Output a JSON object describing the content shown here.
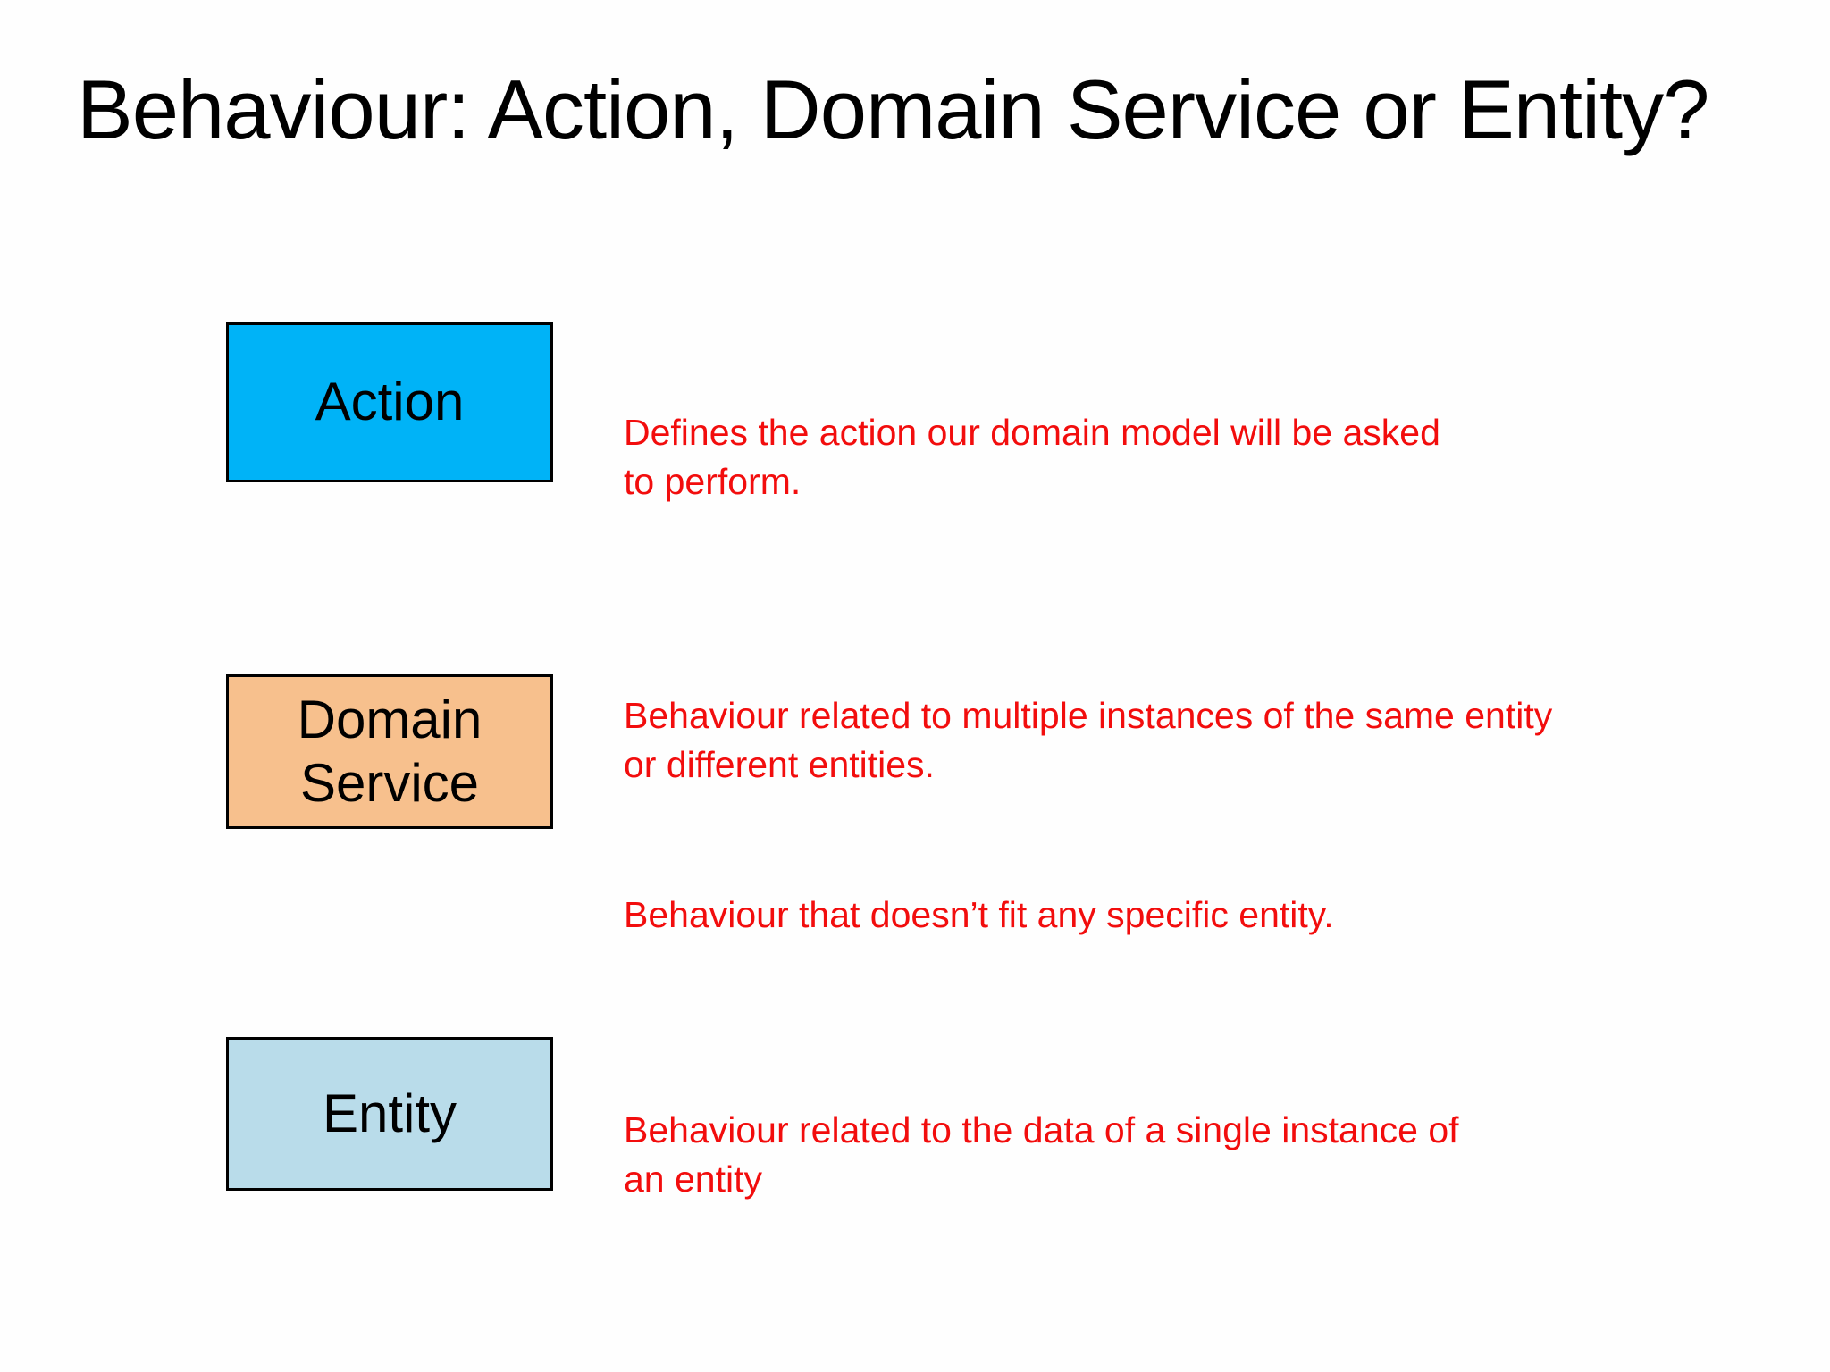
{
  "slide": {
    "title": "Behaviour: Action, Domain Service or Entity?",
    "colors": {
      "title_text": "#000000",
      "description_text": "#f20d0d",
      "box_border": "#000000",
      "background": "#fefefe",
      "action_box_fill": "#00b3f7",
      "domain_service_box_fill": "#f7c08d",
      "entity_box_fill": "#b9dcea"
    },
    "rows": [
      {
        "label": "Action",
        "box_color": "#00b3f7",
        "paragraphs": [
          "Defines the action our domain model will be asked\nto perform."
        ]
      },
      {
        "label": "Domain\nService",
        "box_color": "#f7c08d",
        "paragraphs": [
          "Behaviour related to multiple instances of the same entity\nor different entities.",
          "Behaviour that doesn’t fit any specific entity."
        ]
      },
      {
        "label": "Entity",
        "box_color": "#b9dcea",
        "paragraphs": [
          "Behaviour related to the data of a single instance of\nan entity"
        ]
      }
    ]
  }
}
